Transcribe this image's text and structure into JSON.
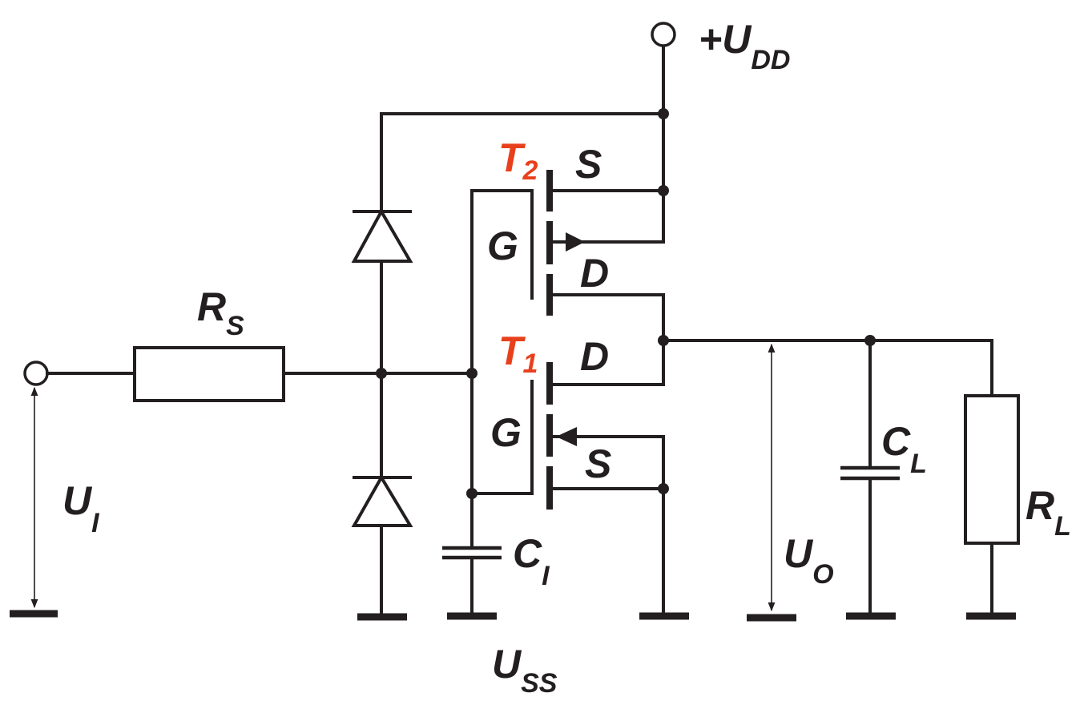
{
  "labels": {
    "udd": {
      "prefix": "+U",
      "sub": "DD"
    },
    "uss": {
      "main": "U",
      "sub": "SS"
    },
    "ui": {
      "main": "U",
      "sub": "I"
    },
    "uo": {
      "main": "U",
      "sub": "O"
    },
    "rs": {
      "main": "R",
      "sub": "S"
    },
    "rl": {
      "main": "R",
      "sub": "L"
    },
    "cl": {
      "main": "C",
      "sub": "L"
    },
    "ci": {
      "main": "C",
      "sub": "I"
    },
    "t2": {
      "main": "T",
      "sub": "2"
    },
    "t1": {
      "main": "T",
      "sub": "1"
    },
    "t2_pins": {
      "source": "S",
      "gate": "G",
      "drain": "D"
    },
    "t1_pins": {
      "drain": "D",
      "gate": "G",
      "source": "S"
    }
  },
  "colors": {
    "stroke": "#231f20",
    "transistor_label": "#e8401c"
  }
}
